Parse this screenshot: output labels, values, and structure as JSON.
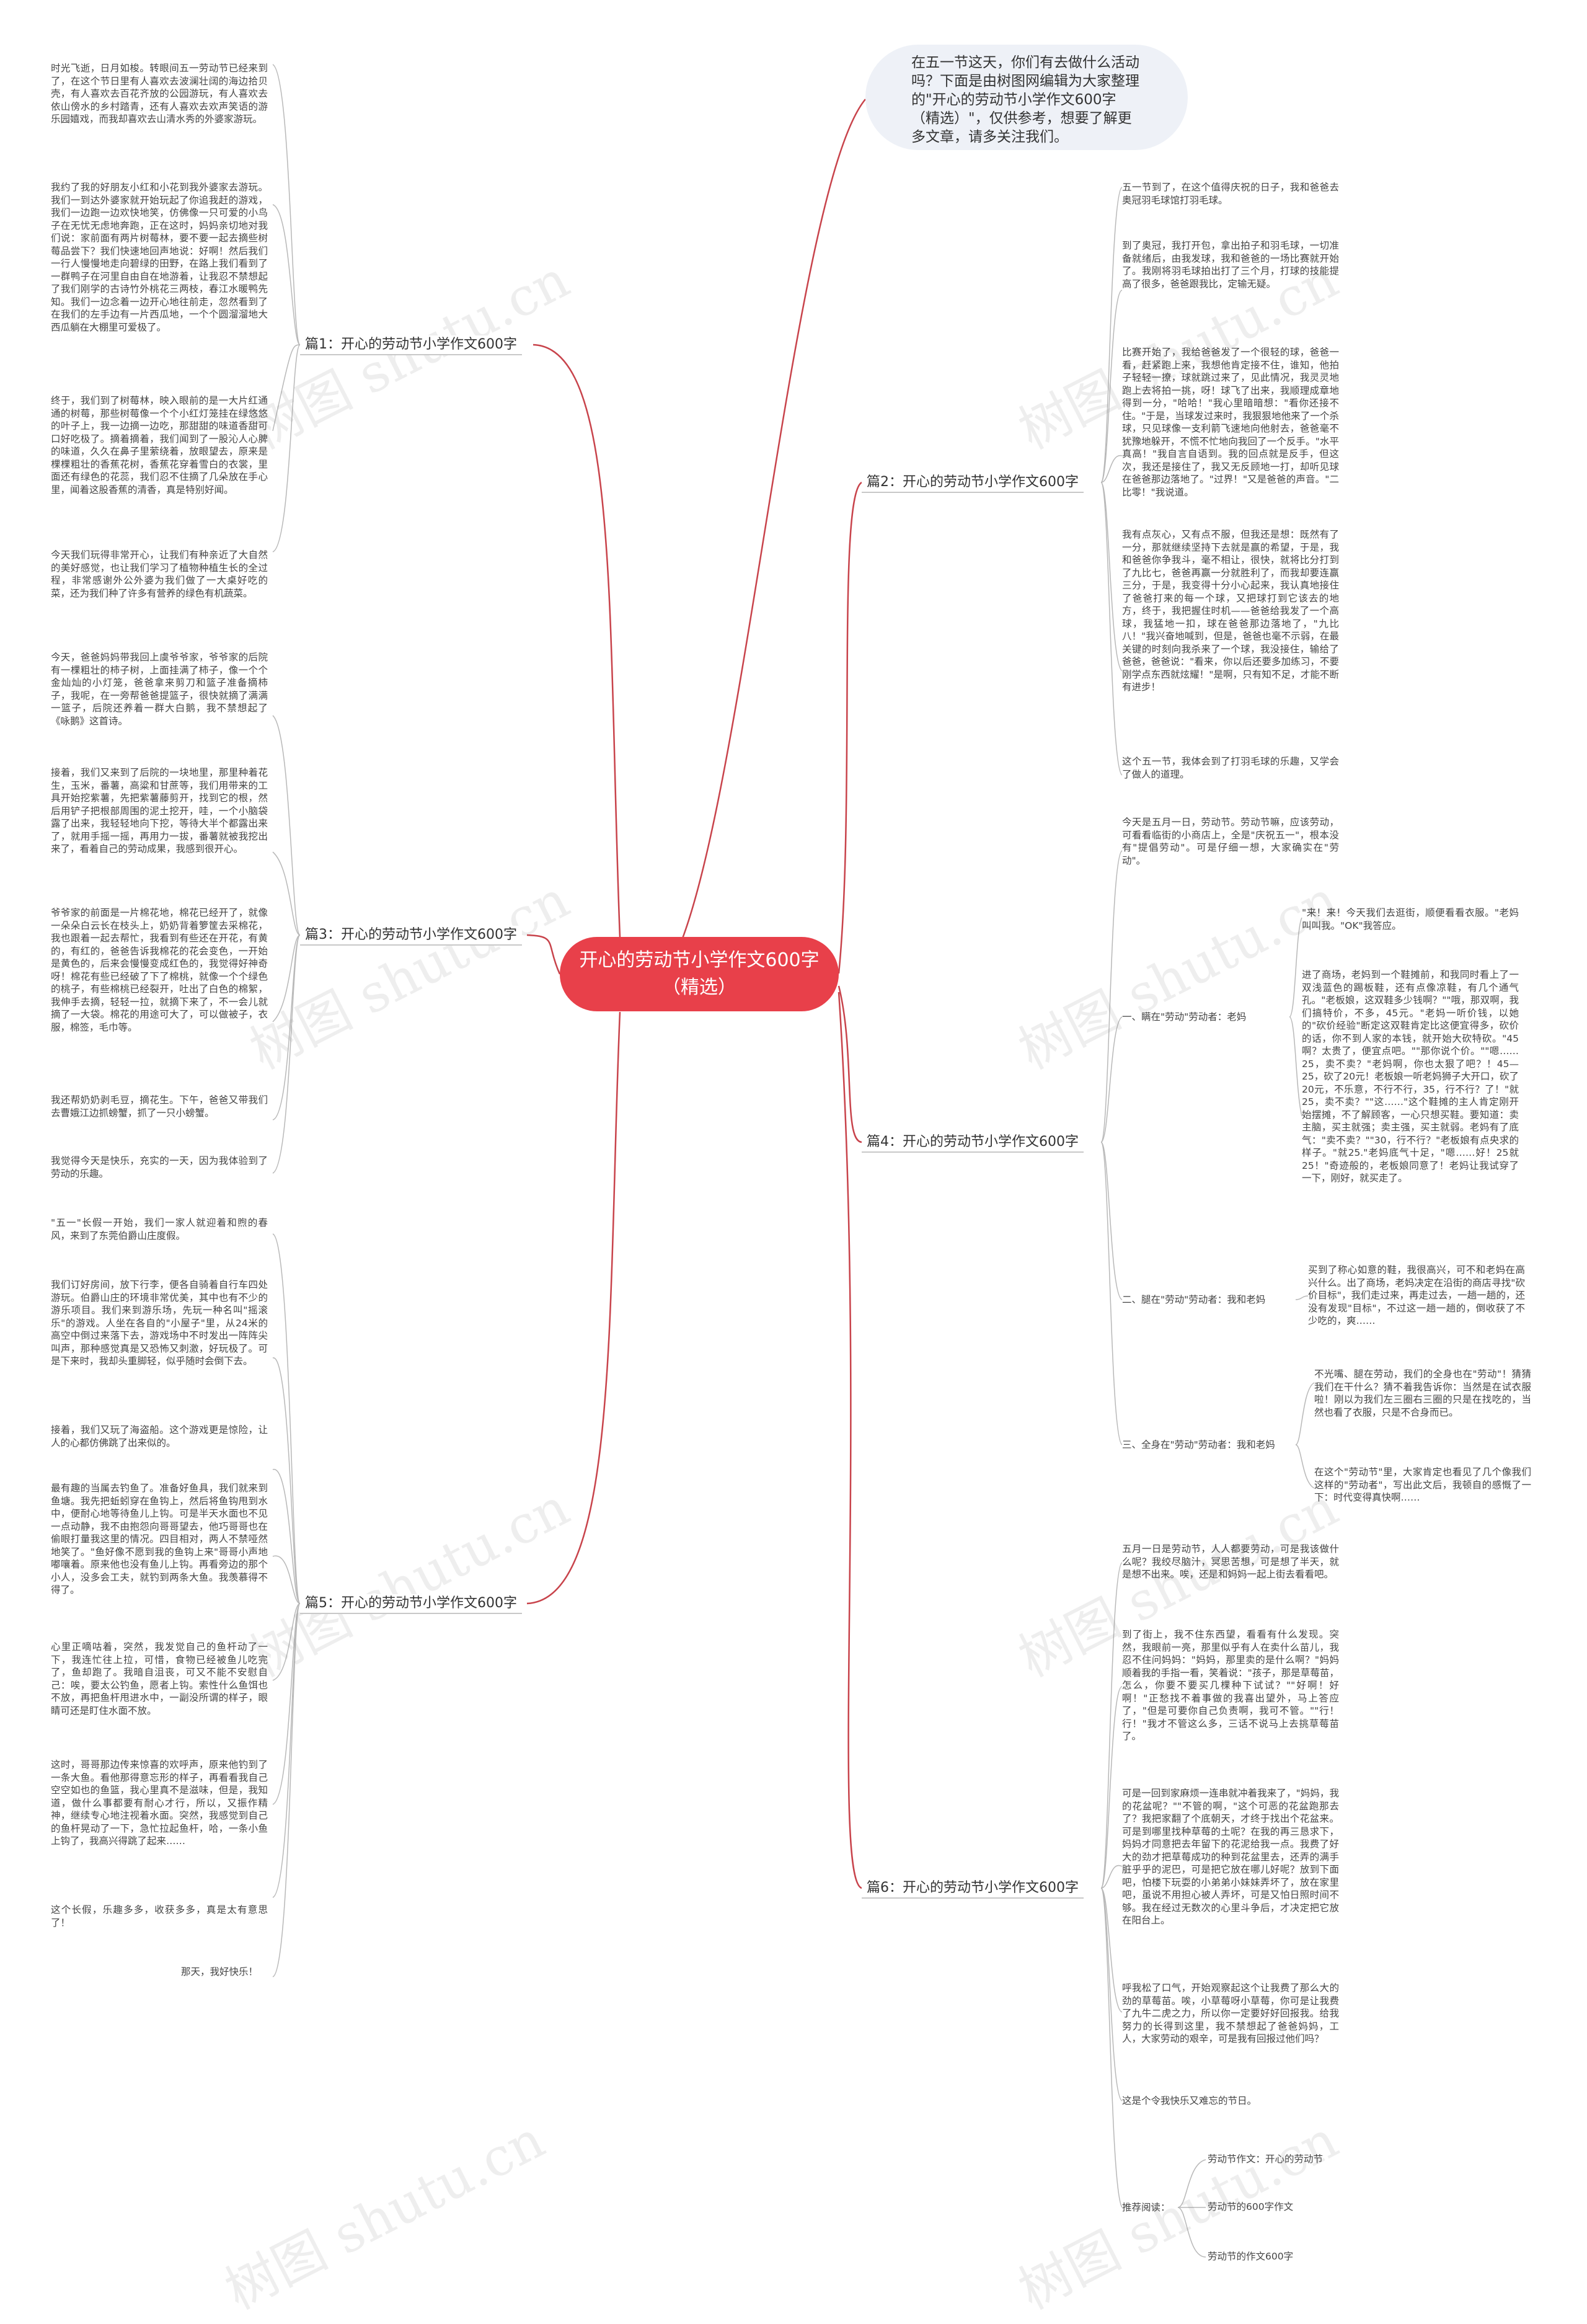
{
  "root_title": "开心的劳动节小学作文600字（精选）",
  "intro": "在五一节这天，你们有去做什么活动吗？下面是由树图网编辑为大家整理的\"开心的劳动节小学作文600字（精选）\"，仅供参考，想要了解更多文章，请多关注我们。",
  "watermark": "树图 shutu.cn",
  "colors": {
    "root": "#e8404a",
    "intro_bg": "#eef1f7",
    "line": "#c8434b"
  },
  "branches": {
    "p1": {
      "label": "篇1：开心的劳动节小学作文600字",
      "paras": [
        "时光飞逝，日月如梭。转眼间五一劳动节已经来到了，在这个节日里有人喜欢去波澜壮阔的海边拾贝壳，有人喜欢去百花齐放的公园游玩，有人喜欢去依山傍水的乡村踏青，还有人喜欢去欢声笑语的游乐园嬉戏，而我却喜欢去山清水秀的外婆家游玩。",
        "我约了我的好朋友小红和小花到我外婆家去游玩。我们一到达外婆家就开始玩起了你追我赶的游戏，我们一边跑一边欢快地笑，仿佛像一只可爱的小鸟子在无忧无虑地奔跑，正在这时，妈妈亲切地对我们说：家前面有两片树莓林，要不要一起去摘些树莓品尝下？我们快速地回声地说：好啊！然后我们一行人慢慢地走向碧绿的田野，在路上我们看到了一群鸭子在河里自由自在地游着，让我忍不禁想起了我们刚学的古诗竹外桃花三两枝，春江水暖鸭先知。我们一边念着一边开心地往前走，忽然看到了在我们的左手边有一片西瓜地，一个个圆溜溜地大西瓜躺在大棚里可爱极了。",
        "终于，我们到了树莓林，映入眼前的是一大片红通通的树莓，那些树莓像一个个小红灯笼挂在绿悠悠的叶子上，我一边摘一边吃，那甜甜的味道香甜可口好吃极了。摘着摘着，我们闻到了一股沁人心脾的味道，久久在鼻子里萦绕着，放眼望去，原来是棵棵粗壮的香蕉花树，香蕉花穿着雪白的衣裳，里面还有绿色的花蕊，我们忍不住摘了几朵放在手心里，闻着这股香蕉的清香，真是特别好闻。",
        "今天我们玩得非常开心，让我们有种亲近了大自然的美好感觉，也让我们学习了植物种植生长的全过程，非常感谢外公外婆为我们做了一大桌好吃的菜，还为我们种了许多有营养的绿色有机蔬菜。"
      ]
    },
    "p2": {
      "label": "篇2：开心的劳动节小学作文600字",
      "paras": [
        "五一节到了，在这个值得庆祝的日子，我和爸爸去奥冠羽毛球馆打羽毛球。",
        "到了奥冠，我打开包，拿出拍子和羽毛球，一切准备就绪后，由我发球，我和爸爸的一场比赛就开始了。我刚将羽毛球拍出打了三个月，打球的技能提高了很多，爸爸跟我比，定输无疑。",
        "比赛开始了，我给爸爸发了一个很轻的球，爸爸一看，赶紧跑上来，我想他肯定接不住，谁知，他拍子轻轻一撩，球就跳过来了，见此情况，我灵灵地跑上去将拍一挑，呀！球飞了出来，我顺理成章地得到一分，\"哈哈！\"我心里暗暗想：\"看你还接不住。\"于是，当球发过来时，我狠狠地他来了一个杀球，只见球像一支利箭飞速地向他射去，爸爸毫不犹豫地躲开，不慌不忙地向我回了一个反手。\"水平真高！\"我自言自语到。我的回点就是反手，但这次，我还是接住了，我又无反顾地一打，却听见球在爸爸那边落地了。\"过界！\"又是爸爸的声音。\"二比零！\"我说道。",
        "我有点灰心，又有点不服，但我还是想：既然有了一分，那就继续坚持下去就是赢的希望，于是，我和爸爸你争我斗，毫不相让，很快，就将比分打到了九比七，爸爸再赢一分就胜利了，而我却要连赢三分，于是，我变得十分小心起来，我认真地接住了爸爸打来的每一个球，又把球打到它该去的地方，终于，我把握住时机——爸爸给我发了一个高球，我猛地一扣，球在爸爸那边落地了，\"九比八！\"我兴奋地喊到，但是，爸爸也毫不示弱，在最关键的时刻向我杀来了一个球，我没接住，输给了爸爸，爸爸说：\"看来，你以后还要多加练习，不要刚学点东西就炫耀！\"是啊，只有知不足，才能不断有进步！",
        "这个五一节，我体会到了打羽毛球的乐趣，又学会了做人的道理。"
      ]
    },
    "p3": {
      "label": "篇3：开心的劳动节小学作文600字",
      "paras": [
        "今天，爸爸妈妈带我回上虞爷爷家，爷爷家的后院有一棵粗壮的柿子树，上面挂满了柿子，像一个个金灿灿的小灯笼，爸爸拿来剪刀和篮子准备摘柿子，我呢，在一旁帮爸爸提篮子，很快就摘了满满一篮子，后院还养着一群大白鹅，我不禁想起了《咏鹅》这首诗。",
        "接着，我们又来到了后院的一块地里，那里种着花生，玉米，番薯，高粱和甘蔗等，我们用带来的工具开始挖紫薯，先把紫薯藤剪开，找到它的根，然后用铲子把根部周围的泥土挖开，哇，一个小脑袋露了出来，我轻轻地向下挖，等待大半个都露出来了，就用手摇一摇，再用力一拔，番薯就被我挖出来了，看着自己的劳动成果，我感到很开心。",
        "爷爷家的前面是一片棉花地，棉花已经开了，就像一朵朵白云长在枝头上，奶奶背着箩筐去采棉花，我也跟着一起去帮忙，我看到有些还在开花，有黄的，有红的，爸爸告诉我棉花的花会变色，一开始是黄色的，后来会慢慢变成红色的，我觉得好神奇呀！棉花有些已经破了下了棉桃，就像一个个绿色的桃子，有些棉桃已经裂开，吐出了白色的棉絮，我伸手去摘，轻轻一拉，就摘下来了，不一会儿就摘了一大袋。棉花的用途可大了，可以做被子，衣服，棉签，毛巾等。",
        "我还帮奶奶剥毛豆，摘花生。下午，爸爸又带我们去曹娥江边抓螃蟹，抓了一只小螃蟹。",
        "我觉得今天是快乐，充实的一天，因为我体验到了劳动的乐趣。"
      ]
    },
    "p4": {
      "label": "篇4：开心的劳动节小学作文600字",
      "intro": "今天是五月一日，劳动节。劳动节嘛，应该劳动，可看看临街的小商店上，全是\"庆祝五一\"，根本没有\"提倡劳动\"。可是仔细一想，大家确实在\"劳动\"。",
      "subs": [
        {
          "label": "一、瞒在\"劳动\"劳动者：老妈",
          "paras": [
            "\"来！来！今天我们去逛街，顺便看看衣服。\"老妈叫叫我。\"OK\"我答应。",
            "进了商场，老妈到一个鞋摊前，和我同时看上了一双浅蓝色的踢板鞋，还有点像凉鞋，有几个通气孔。\"老板娘，这双鞋多少钱啊？\"\"哦，那双啊，我们搞特价，不多，45元。\"老妈一听价钱，以她的\"砍价经验\"断定这双鞋肯定比这便宜得多，砍价的话，你不到人家的本钱，就开始大砍特砍。\"45啊？太贵了，便宜点吧。\"\"那你说个价。\"\"嗯……25，卖不卖？\"老妈啊，你也太狠了吧？！45—25，砍了20元！老板娘一听老妈狮子大开口，砍了20元，不乐意，不行不行，35，行不行？了！\"就25，卖不卖？\"\"这……\"这个鞋摊的主人肯定刚开始摆摊，不了解顾客，一心只想买鞋。要知道：卖主脑，买主就强；卖主强，买主就弱。老妈有了底气：\"卖不卖？\"\"30，行不行？\"老板娘有点央求的样子。\"就25.\"老妈底气十足，\"嗯……好！25就25！\"奇迹般的，老板娘同意了！老妈让我试穿了一下，刚好，就买走了。"
          ]
        },
        {
          "label": "二、腿在\"劳动\"劳动者：我和老妈",
          "paras": [
            "买到了称心如意的鞋，我很高兴，可不和老妈在高兴什么。出了商场，老妈决定在沿街的商店寻找\"砍价目标\"，我们走过来，再走过去，一趟一趟的，还没有发现\"目标\"，不过这一趟一趟的，倒收获了不少吃的，爽……"
          ]
        },
        {
          "label": "三、全身在\"劳动\"劳动者：我和老妈",
          "paras": [
            "不光嘴、腿在劳动，我们的全身也在\"劳动\"！猜猜我们在干什么？猜不着我告诉你：当然是在试衣服啦！刚以为我们左三圈右三圈的只是在找吃的，当然也看了衣服，只是不合身而已。",
            "在这个\"劳动节\"里，大家肯定也看见了几个像我们这样的\"劳动者\"，写出此文后，我顿自的感慨了一下：时代变得真快啊……"
          ]
        }
      ]
    },
    "p5": {
      "label": "篇5：开心的劳动节小学作文600字",
      "paras": [
        "\"五一\"长假一开始，我们一家人就迎着和煦的春风，来到了东莞伯爵山庄度假。",
        "我们订好房间，放下行李，便各自骑着自行车四处游玩。伯爵山庄的环境非常优美，其中也有不少的游乐项目。我们来到游乐场，先玩一种名叫\"摇滚乐\"的游戏。人坐在各自的\"小屋子\"里，从24米的高空中倒过来落下去，游戏场中不时发出一阵阵尖叫声，那种感觉真是又恐怖又刺激，好玩极了。可是下来时，我却头重脚轻，似乎随时会倒下去。",
        "接着，我们又玩了海盗船。这个游戏更是惊险，让人的心都仿佛跳了出来似的。",
        "最有趣的当属去钓鱼了。准备好鱼具，我们就来到鱼塘。我先把蚯蚓穿在鱼钩上，然后将鱼钩甩到水中，便耐心地等待鱼儿上钩。可是半天水面也不见一点动静，我不由抱怨向哥哥望去，他巧哥哥也在偷眼打量我这里的情况。四目相对，两人不禁哑然地笑了。\"鱼好像不愿到我的鱼钩上来\"哥哥小声地嘟嚷着。原来他也没有鱼儿上钩。再看旁边的那个小人，没多会工夫，就钓到两条大鱼。我羡慕得不得了。",
        "心里正嘀咕着，突然，我发觉自己的鱼杆动了一下，我连忙往上拉，可惜，食物已经被鱼儿吃完了，鱼却跑了。我暗自沮丧，可又不能不安慰自己：唉，要太公钓鱼，愿者上钩。索性什么鱼饵也不放，再把鱼杆甩进水中，一副没所谓的样子，眼睛可还是盯住水面不放。",
        "这时，哥哥那边传来惊喜的欢呼声，原来他钓到了一条大鱼。看他那得意忘形的样子，再看看我自己空空如也的鱼篮，我心里真不是滋味，但是，我知道，做什么事都要有耐心才行，所以，又振作精神，继续专心地注视着水面。突然，我感觉到自己的鱼杆晃动了一下，急忙拉起鱼杆，哈，一条小鱼上钩了，我高兴得跳了起来……",
        "这个长假，乐趣多多，收获多多，真是太有意思了！",
        "那天，我好快乐！"
      ]
    },
    "p6": {
      "label": "篇6：开心的劳动节小学作文600字",
      "paras": [
        "五月一日是劳动节，人人都要劳动，可是我该做什么呢？我绞尽脑汁，冥思苦想，可是想了半天，就是想不出来。唉，还是和妈妈一起上街去看看吧。",
        "到了街上，我不住东西望，看看有什么发现。突然，我眼前一亮，那里似乎有人在卖什么苗儿，我忍不住问妈妈：\"妈妈，那里卖的是什么啊？\"妈妈顺着我的手指一看，笑着说：\"孩子，那是草莓苗，怎么，你要不要买几棵种下试试？\"\"好啊！好啊！\"正愁找不着事做的我喜出望外，马上答应了，\"但是可要你自己负责啊，我可不管。\"\"行！行！\"我才不管这么多，三话不说马上去挑草莓苗了。",
        "可是一回到家麻烦一连串就冲着我来了，\"妈妈，我的花盆呢？\"\"不管的啊，\"这个可恶的花盆跑那去了？我把家翻了个底朝天，才终于找出个花盆来。可是到哪里找种草莓的土呢？在我的再三恳求下，妈妈才同意把去年留下的花泥给我一点。我费了好大的劲才把草莓成功的种到花盆里去，还弄的满手脏乎乎的泥巴，可是把它放在哪儿好呢？放到下面吧，怕楼下玩耍的小弟弟小妹妹弄坏了，放在家里吧，虽说不用担心被人弄坏，可是又怕日照时间不够。我在经过无数次的心里斗争后，才决定把它放在阳台上。",
        "呼我松了口气，开始观察起这个让我费了那么大的劲的草莓苗。唉，小草莓呀小草莓，你可是让我费了九牛二虎之力，所以你一定要好好回报我。给我努力的长得到这里，我不禁想起了爸爸妈妈，工人，大家劳动的艰辛，可是我有回报过他们吗？",
        "这是个令我快乐又难忘的节日。"
      ],
      "rec_label": "推荐阅读：",
      "rec_items": [
        "劳动节作文：开心的劳动节",
        "劳动节的600字作文",
        "劳动节的作文600字"
      ]
    }
  }
}
